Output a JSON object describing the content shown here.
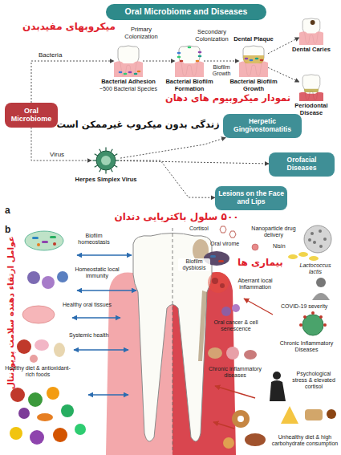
{
  "diagram": {
    "title": "Oral Microbiome and Diseases",
    "nodes": [
      {
        "text": [
          "Bacterial Adhesion",
          "~500 Bacterial Species"
        ]
      },
      {
        "text": [
          "Bacterial Biofilm Formation"
        ]
      },
      {
        "text": [
          "Dental Plaque",
          "Bacterial Biofilm Growth"
        ]
      },
      {
        "text": [
          "Dental Caries"
        ]
      },
      {
        "text": [
          "Periodontal Disease"
        ]
      },
      {
        "text": [
          "Oral Microbiome"
        ]
      },
      {
        "text": [
          "Herpetic Gingivostomatitis"
        ]
      },
      {
        "text": [
          "Herpes Simplex Virus"
        ]
      },
      {
        "text": [
          "Orofacial Diseases"
        ]
      },
      {
        "text": [
          "Lesions on the Face and Lips"
        ]
      }
    ],
    "edges": [
      {
        "from": 5,
        "to": 0,
        "arrow": "to"
      },
      {
        "from": 0,
        "to": 1,
        "arrow": "to"
      },
      {
        "from": 1,
        "to": 2,
        "arrow": "to"
      },
      {
        "from": 2,
        "to": 3,
        "arrow": "to"
      },
      {
        "from": 2,
        "to": 4,
        "arrow": "to"
      },
      {
        "from": 5,
        "to": 7,
        "arrow": "to"
      },
      {
        "from": 7,
        "to": 6,
        "arrow": "to"
      },
      {
        "from": 7,
        "to": 8,
        "arrow": "to"
      },
      {
        "from": 7,
        "to": 9,
        "arrow": "to"
      }
    ],
    "labels": [
      "میکروبهای مفیدبدن",
      "Bacteria",
      "Primary Colonization",
      "Secondary Colonization",
      "Biofilm Growth",
      "نمودار میکروبیوم های دهان",
      "زندگی بدون میکروب غیرممکن است",
      "Virus",
      "۵۰۰ سلول باکتریایی دندان",
      "a",
      "b",
      "عوامل ارتقاء دهنده سلامت پریودنتال",
      "Biofilm homeostasis",
      "Homeostatic local immunity",
      "Healthy oral tissues",
      "Systemic health",
      "Healthy diet & antioxidant-rich foods",
      "Cortisol",
      "Nanoparticle drug delivery",
      "Oral virome",
      "Nisin",
      "Lactococcus lactis",
      "Biofilm dysbiosis",
      "بیماری ها",
      "Aberrant local inflammation",
      "COVID-19 severity",
      "Oral cancer & cell senescence",
      "Chronic Inflammatory Diseases",
      "Chronic inflammatory diseases",
      "Psychological stress & elevated cortisol",
      "Unhealthy diet & high carbohydrate consumption"
    ]
  }
}
